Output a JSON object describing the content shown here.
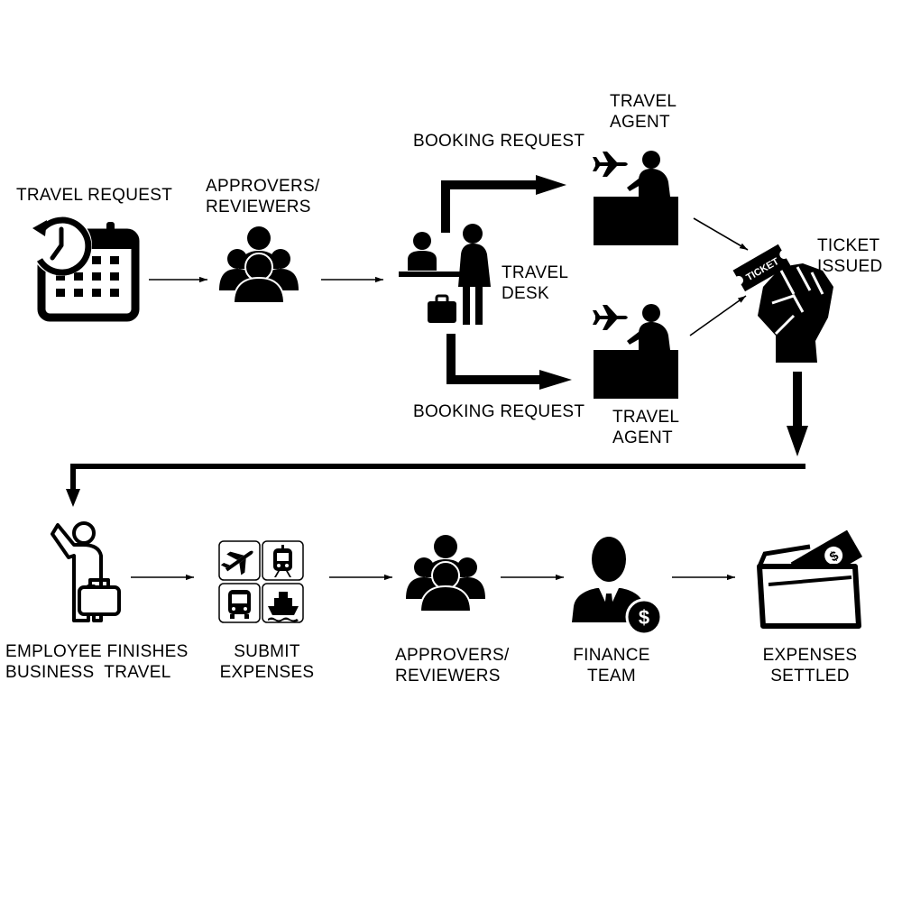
{
  "labels": {
    "travel_request": "TRAVEL REQUEST",
    "approvers_top": "APPROVERS/\nREVIEWERS",
    "booking_request_top": "BOOKING REQUEST",
    "booking_request_bottom": "BOOKING REQUEST",
    "travel_desk": "TRAVEL\nDESK",
    "travel_agent_top": "TRAVEL\nAGENT",
    "travel_agent_bottom": "TRAVEL\nAGENT",
    "ticket_issued": "TICKET\nISSUED",
    "ticket_text": "TICKET",
    "employee_finishes": "EMPLOYEE FINISHES\nBUSINESS  TRAVEL",
    "submit_expenses": "SUBMIT\nEXPENSES",
    "approvers_bottom": "APPROVERS/\nREVIEWERS",
    "finance_team": "FINANCE\nTEAM",
    "expenses_settled": "EXPENSES\nSETTLED"
  },
  "icons": {
    "travel_request": "calendar-clock-icon",
    "approvers": "people-group-icon",
    "travel_desk": "travel-desk-icon",
    "travel_agent": "travel-agent-icon",
    "ticket": "fist-ticket-icon",
    "employee": "traveler-with-suitcase-icon",
    "transport": "transport-modes-icon",
    "finance": "businessman-dollar-icon",
    "wallet": "wallet-icon"
  },
  "colors": {
    "ink": "#000000",
    "background": "#ffffff"
  }
}
